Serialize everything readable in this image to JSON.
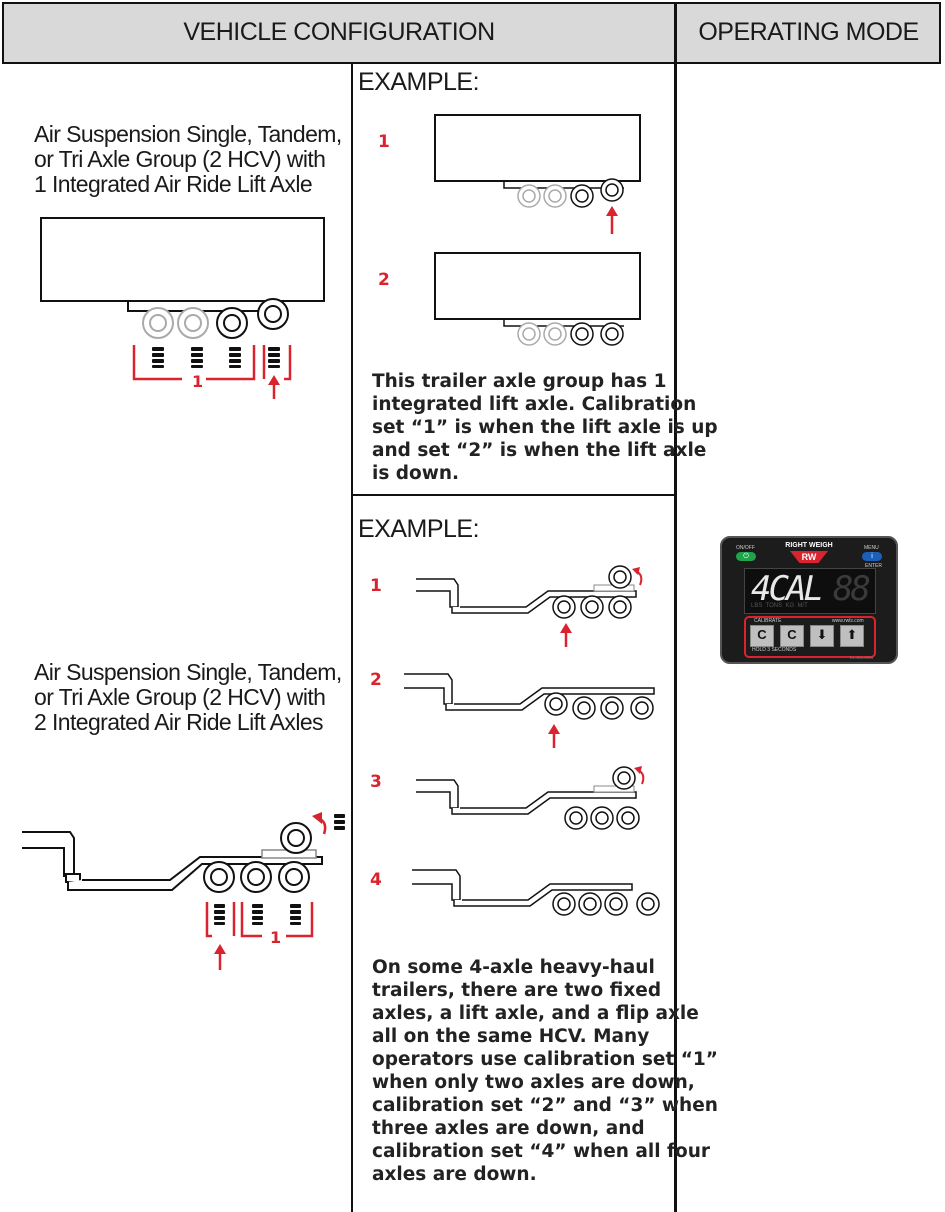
{
  "header": {
    "vehicle_configuration": "VEHICLE CONFIGURATION",
    "operating_mode": "OPERATING MODE"
  },
  "rows": [
    {
      "config_text": "Air Suspension Single, Tandem,\nor Tri Axle Group (2 HCV) with\n1 Integrated Air Ride Lift Axle",
      "group_label": "1",
      "example_label": "EXAMPLE:",
      "examples": [
        "1",
        "2"
      ],
      "description": "This trailer axle group has 1\nintegrated lift axle. Calibration\nset “1” is when the lift axle is up\nand set “2” is when the lift axle\nis down."
    },
    {
      "config_text": "Air Suspension Single, Tandem,\nor Tri Axle Group (2 HCV) with\n2 Integrated Air Ride Lift Axles",
      "group_label": "1",
      "example_label": "EXAMPLE:",
      "examples": [
        "1",
        "2",
        "3",
        "4"
      ],
      "description": "On some 4-axle heavy-haul\ntrailers, there are two fixed\naxles, a lift axle, and a flip axle\nall on the same HCV. Many\noperators use calibration set “1”\nwhen only two axles are down,\ncalibration set “2” and “3” when\nthree axles are down, and\ncalibration set “4” when all four\naxles are down."
    }
  ],
  "device": {
    "brand": "RIGHT WEIGH",
    "logo": "RW",
    "power_label": "ON/OFF",
    "menu_label": "MENU",
    "enter_label": "ENTER",
    "display": "4CAL",
    "display_ghost": "88",
    "units": "LBS  TONS  KG  M/T",
    "calibrate_label": "CALIBRATE",
    "website": "www.rwls.com",
    "button_c1": "C",
    "button_c2": "C",
    "hold_label": "HOLD 3 SECONDS",
    "part_number": "EL-300-0004"
  },
  "colors": {
    "header_bg": "#d9d9d9",
    "accent_red": "#d9232e",
    "device_bg": "#1c1c1c"
  }
}
